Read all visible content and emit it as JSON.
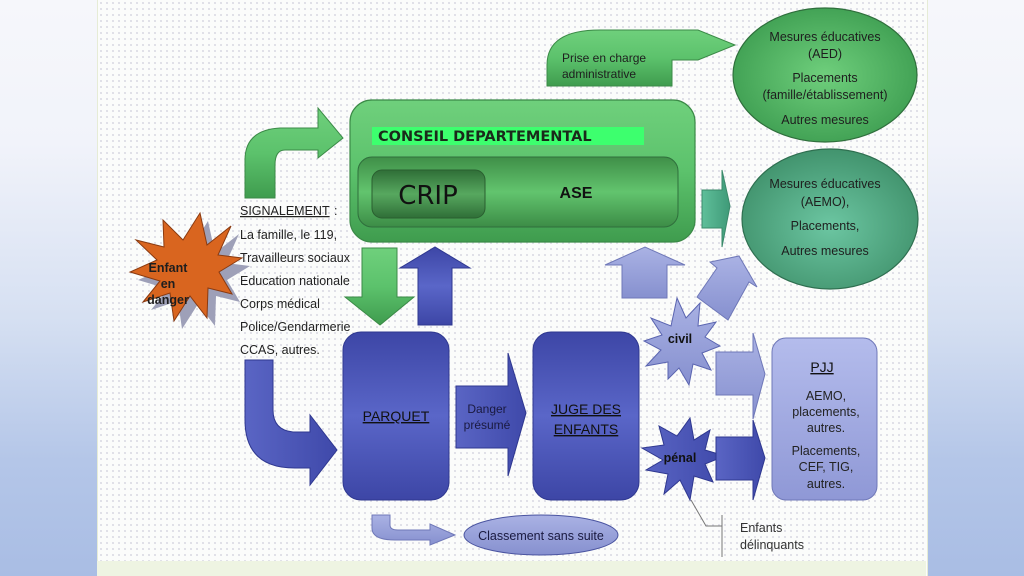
{
  "diagram": {
    "conseil": {
      "title": "CONSEIL DEPARTEMENTAL",
      "crip": "CRIP",
      "ase": "ASE"
    },
    "prise_en_charge": [
      "Prise en charge",
      "administrative"
    ],
    "ellipse_aed": [
      "Mesures éducatives",
      "(AED)",
      "Placements",
      "(famille/établissement)",
      "Autres mesures"
    ],
    "ellipse_aemo": [
      "Mesures éducatives",
      "(AEMO),",
      "Placements,",
      "Autres mesures"
    ],
    "enfant_en_danger": [
      "Enfant",
      "en",
      "danger"
    ],
    "signalement": {
      "title": "SIGNALEMENT",
      "suffix": ":",
      "items": [
        "La famille, le 119,",
        "Travailleurs sociaux",
        "Education nationale",
        "Corps médical",
        "Police/Gendarmerie",
        "CCAS, autres."
      ]
    },
    "parquet": "PARQUET",
    "danger_presume": [
      "Danger",
      "présumé"
    ],
    "juge": [
      "JUGE DES",
      "ENFANTS"
    ],
    "civil": "civil",
    "penal": "pénal",
    "pjj": {
      "title": "PJJ",
      "lines1": [
        "AEMO,",
        "placements,",
        "autres."
      ],
      "lines2": [
        "Placements,",
        "CEF, TIG,",
        "autres."
      ]
    },
    "classement": "Classement sans suite",
    "enfants_delinquants": [
      "Enfants",
      "délinquants"
    ],
    "colors": {
      "green": "#5cc26c",
      "green_dark": "#2f7a3c",
      "green_label": "#3dff6e",
      "teal": "#4fae7c",
      "blue_dark": "#4a55b5",
      "blue_light": "#9ca6db",
      "orange": "#d9651f"
    }
  }
}
